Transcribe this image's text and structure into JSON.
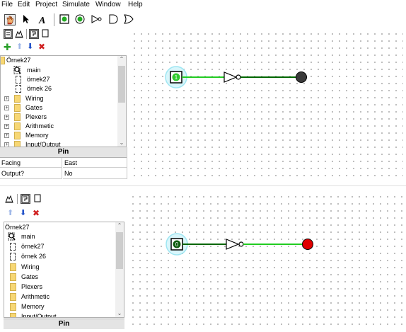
{
  "menu": [
    "File",
    "Edit",
    "Project",
    "Simulate",
    "Window",
    "Help"
  ],
  "top": {
    "tree": {
      "project": "Örnek27",
      "circuits": [
        "main",
        "örnek27",
        "örnek 26"
      ],
      "libraries": [
        "Wiring",
        "Gates",
        "Plexers",
        "Arithmetic",
        "Memory",
        "Input/Output"
      ]
    },
    "attributes": {
      "title": "Pin",
      "rows": [
        {
          "name": "Facing",
          "value": "East"
        },
        {
          "name": "Output?",
          "value": "No"
        }
      ]
    },
    "circuit": {
      "pin_value": "1",
      "output_color": "#3a3a3a",
      "wire_in_color": "#22cc22",
      "wire_out_color": "#006600"
    }
  },
  "bottom": {
    "tree": {
      "project": "Örnek27",
      "circuits": [
        "main",
        "örnek27",
        "örnek 26"
      ],
      "libraries": [
        "Wiring",
        "Gates",
        "Plexers",
        "Arithmetic",
        "Memory",
        "Input/Output"
      ]
    },
    "attributes": {
      "title": "Pin"
    },
    "circuit": {
      "pin_value": "0",
      "output_color": "#e00000",
      "wire_in_color": "#006600",
      "wire_out_color": "#22cc22"
    }
  },
  "icons": {
    "poke": "hand-poke-icon",
    "select": "arrow-select-icon",
    "text": "text-tool-icon",
    "input_pin": "input-pin-icon",
    "output_pin": "output-pin-icon",
    "not_gate": "not-gate-icon",
    "and_gate": "and-gate-icon",
    "or_gate": "or-gate-icon",
    "add": "add-circuit-icon",
    "up": "move-up-icon",
    "down": "move-down-icon",
    "delete": "delete-icon"
  }
}
